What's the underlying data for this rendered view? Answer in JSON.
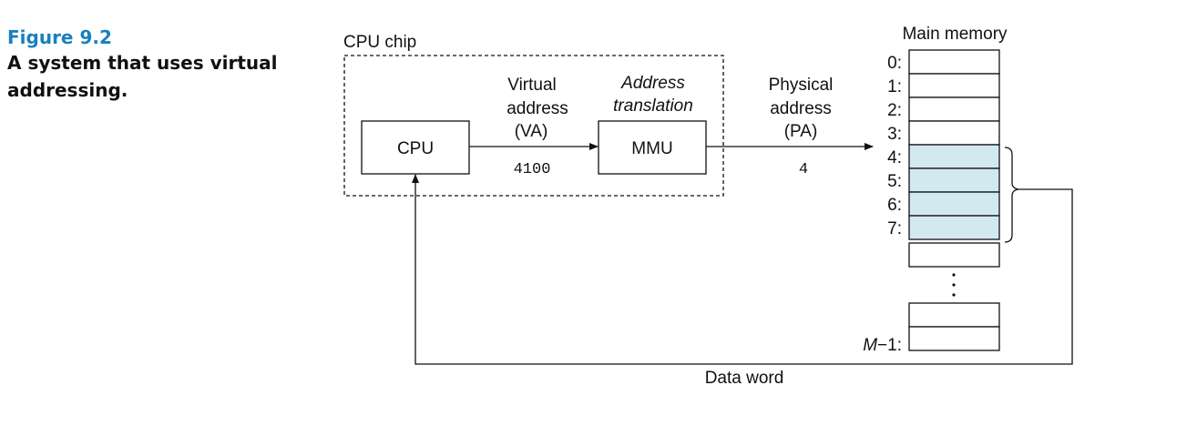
{
  "caption": {
    "figure_label": "Figure 9.2",
    "title_line1": "A system that uses virtual",
    "title_line2": "addressing."
  },
  "diagram": {
    "cpu_chip_label": "CPU chip",
    "cpu_label": "CPU",
    "mmu_label": "MMU",
    "virtual_address_lines": [
      "Virtual",
      "address",
      "(VA)"
    ],
    "virtual_address_value": "4100",
    "address_translation_lines": [
      "Address",
      "translation"
    ],
    "physical_address_lines": [
      "Physical",
      "address",
      "(PA)"
    ],
    "physical_address_value": "4",
    "main_memory_label": "Main memory",
    "memory_rows": [
      "0:",
      "1:",
      "2:",
      "3:",
      "4:",
      "5:",
      "6:",
      "7:"
    ],
    "highlighted_rows": [
      4,
      5,
      6,
      7
    ],
    "last_row_label_var": "M",
    "last_row_label_rest": "−1:",
    "data_word_label": "Data word",
    "highlight_color": "#d3e9f2"
  }
}
